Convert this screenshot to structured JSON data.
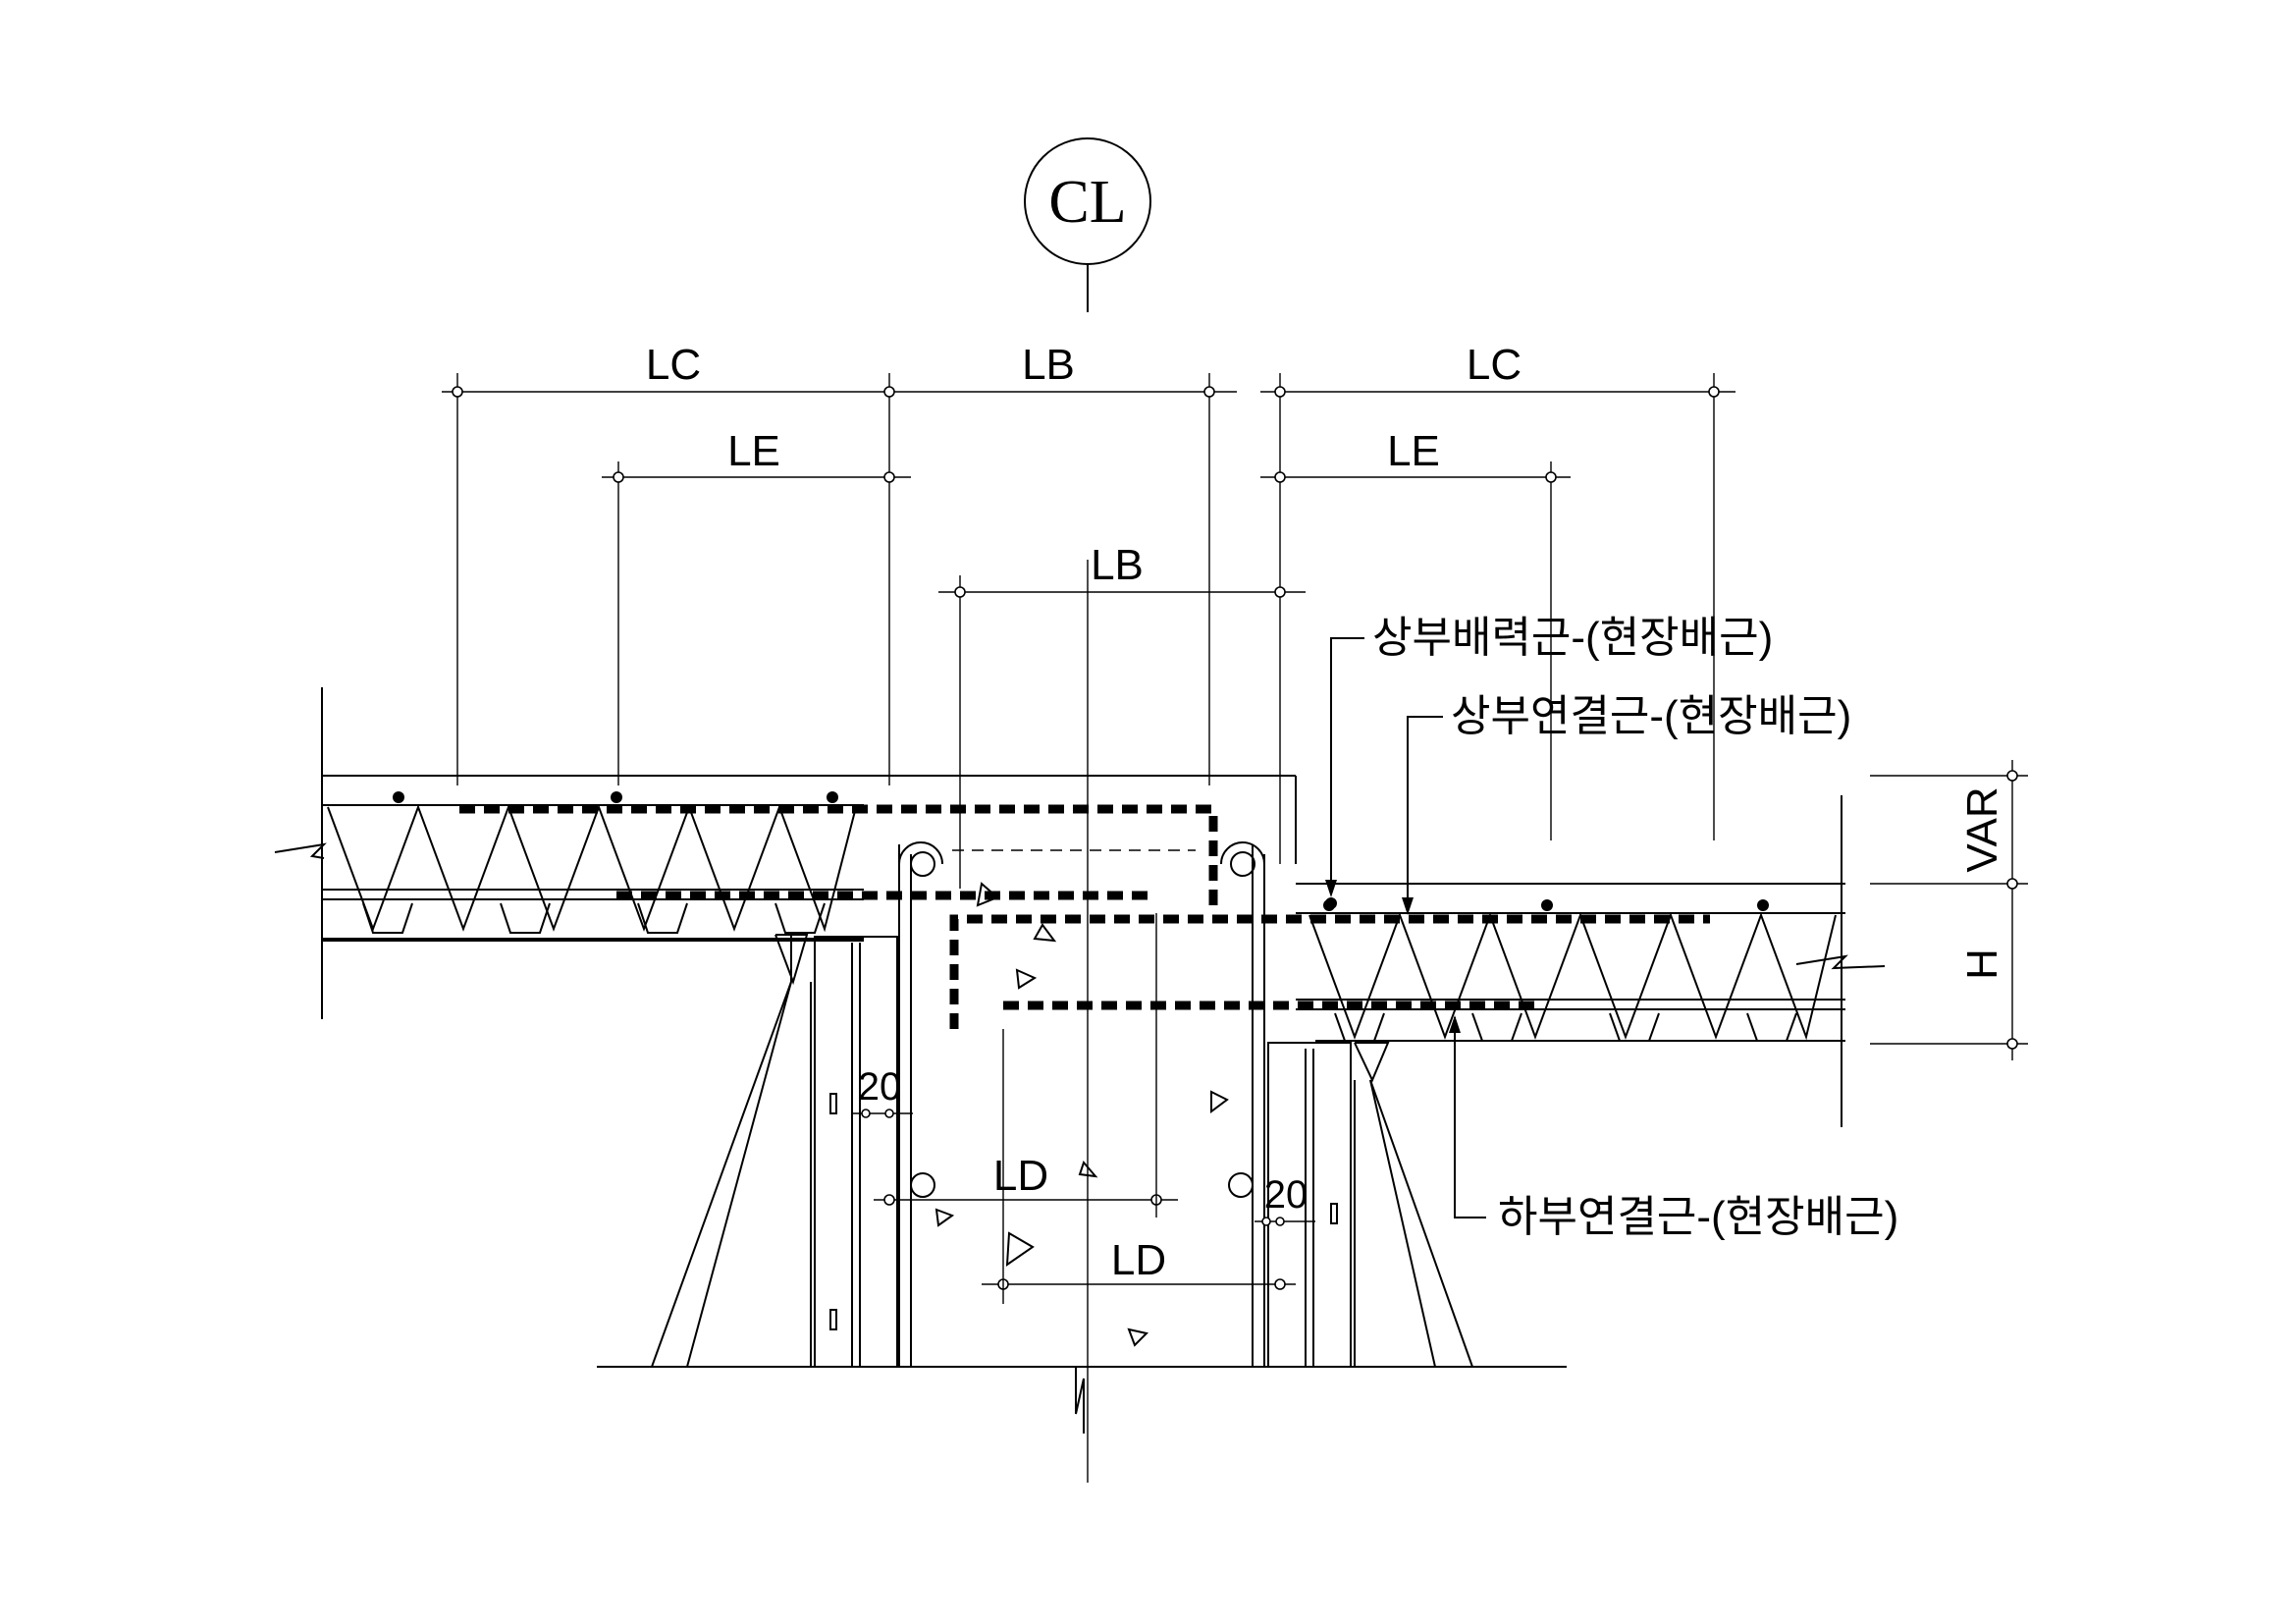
{
  "centerline": {
    "symbol": "CL"
  },
  "dimensions": {
    "top_left_lc": "LC",
    "top_mid_lb": "LB",
    "top_right_lc": "LC",
    "second_left_le": "LE",
    "second_right_le": "LE",
    "third_lb": "LB",
    "vertical_var": "VAR",
    "vertical_h": "H",
    "gap_left_20": "20",
    "gap_right_20": "20",
    "ld_upper": "LD",
    "ld_lower": "LD"
  },
  "callouts": {
    "top_distribution_bar": "상부배력근-(현장배근)",
    "top_connection_bar": "상부연결근-(현장배근)",
    "bottom_connection_bar": "하부연결근-(현장배근)"
  }
}
